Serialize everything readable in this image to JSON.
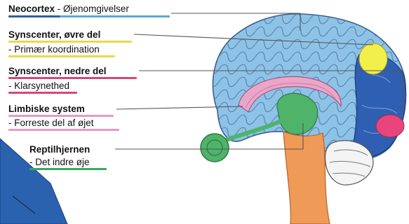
{
  "labels": {
    "neocortex": {
      "title": "Neocortex",
      "desc": "- Øjenomgivelser",
      "color": "#5aa8d8",
      "title_color": "#2e5ea8"
    },
    "upper": {
      "title": "Synscenter, øvre del",
      "sub": "- Primær koordination",
      "color": "#e8d94a"
    },
    "lower": {
      "title": "Synscenter, nedre del",
      "sub": "- Klarsynethed",
      "color": "#d8457a"
    },
    "limbic": {
      "title": "Limbiske system",
      "sub": "- Forreste del af øjet",
      "color": "#e39bc4"
    },
    "reptile": {
      "title": "Reptilhjernen",
      "sub": "- Det indre øje",
      "color": "#3aa860"
    }
  },
  "region_colors": {
    "cortex": "#8ec3e8",
    "occipital": "#2f5fb3",
    "upper_vision": "#f2ef4a",
    "lower_vision": "#e8457c",
    "limbic": "#eaa6c8",
    "thalamus": "#4fb36a",
    "brainstem": "#f09a57",
    "cerebellum": "#f4f4f4",
    "eye_tile": "#2a62b0"
  }
}
